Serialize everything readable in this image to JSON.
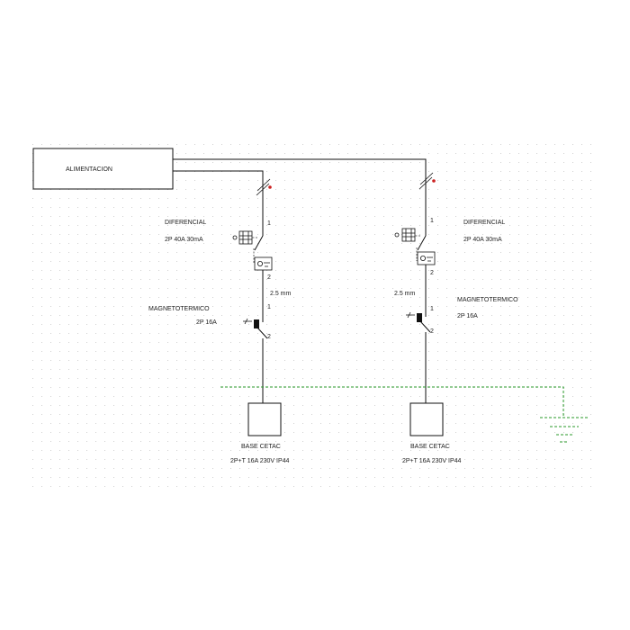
{
  "supply": {
    "label": "ALIMENTACION"
  },
  "circuits": [
    {
      "rcd_title": "DIFERENCIAL",
      "rcd_rating": "2P 40A 30mA",
      "rcd_terminal_top": "1",
      "rcd_terminal_bottom": "2",
      "wire_section": "2.5 mm",
      "mcb_title": "MAGNETOTERMICO",
      "mcb_rating": "2P 16A",
      "mcb_terminal_top": "1",
      "mcb_terminal_bottom": "2",
      "socket_title": "BASE CETAC",
      "socket_spec": "2P+T 16A 230V IP44"
    },
    {
      "rcd_title": "DIFERENCIAL",
      "rcd_rating": "2P 40A 30mA",
      "rcd_terminal_top": "1",
      "rcd_terminal_bottom": "2",
      "wire_section": "2.5 mm",
      "mcb_title": "MAGNETOTERMICO",
      "mcb_rating": "2P 16A",
      "mcb_terminal_top": "1",
      "mcb_terminal_bottom": "2",
      "socket_title": "BASE CETAC",
      "socket_spec": "2P+T 16A 230V IP44"
    }
  ],
  "colors": {
    "wire": "#111111",
    "ground": "#2a9a2a",
    "grid_dot": "#d0d0d0",
    "pole_marker": "#cc2222"
  }
}
